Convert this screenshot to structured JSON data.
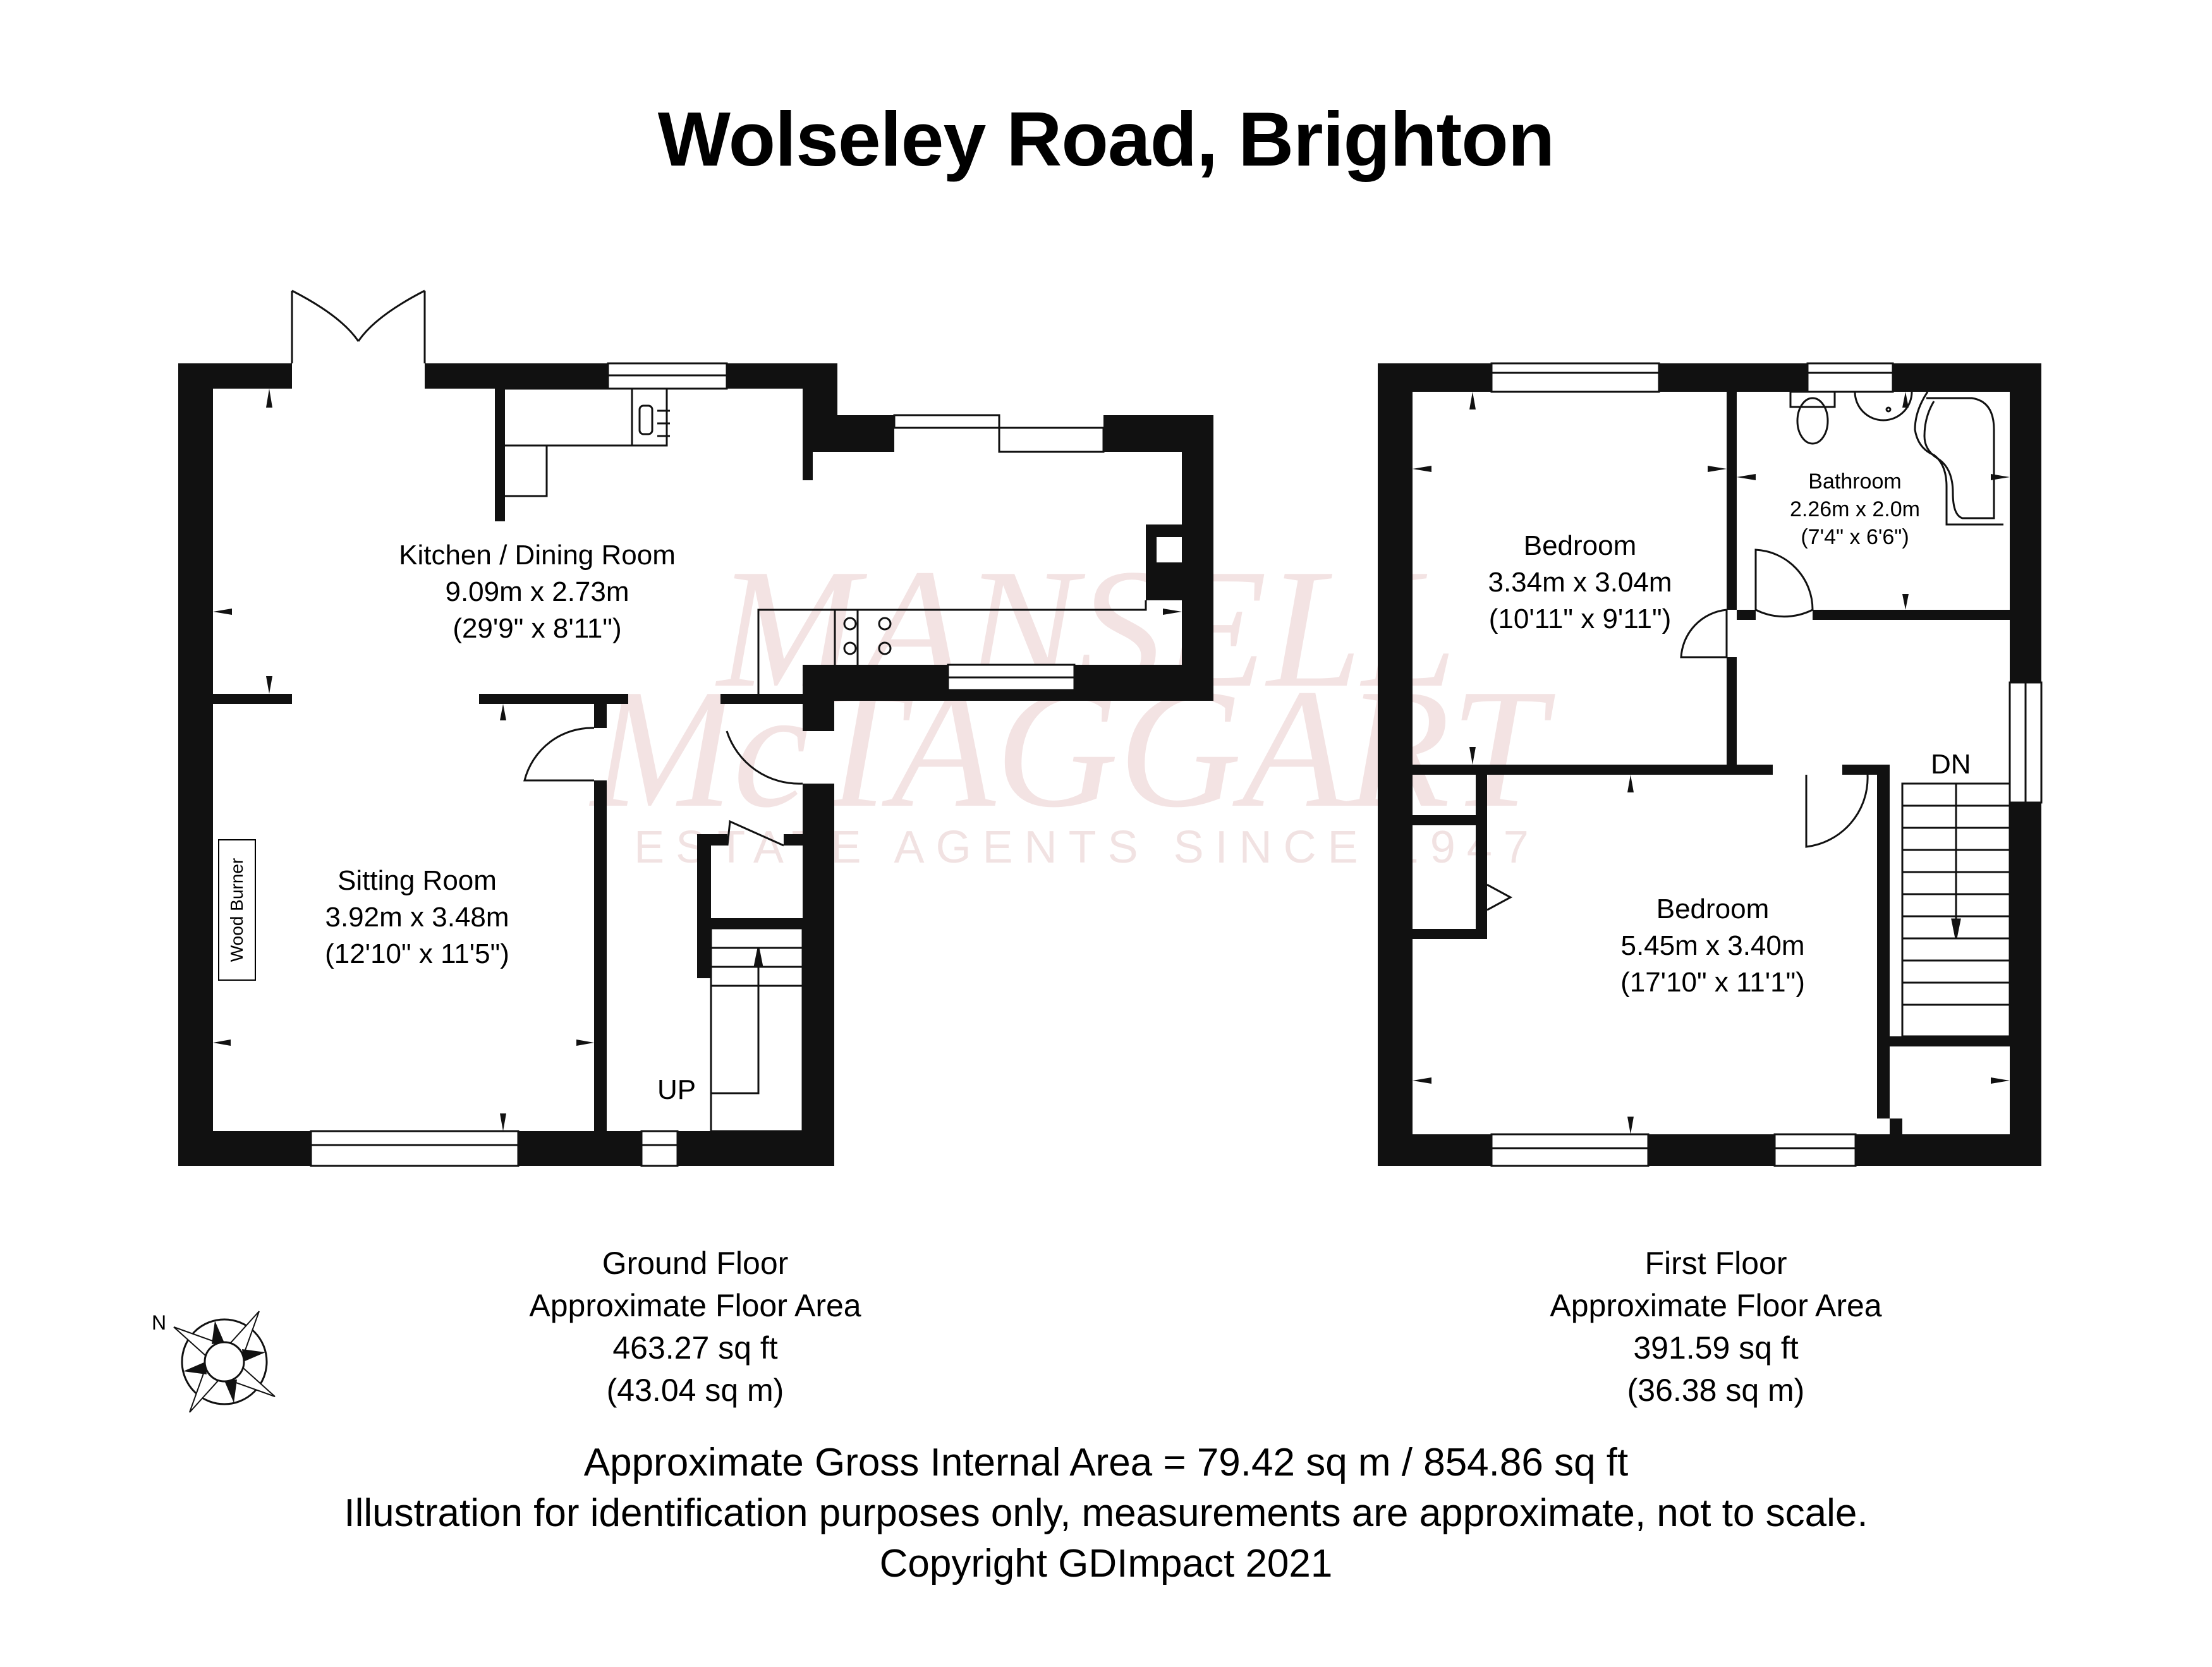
{
  "title": "Wolseley Road, Brighton",
  "watermark": {
    "line1": "MANSELL",
    "line2": "McTAGGART",
    "tagline": "ESTATE AGENTS SINCE 1947",
    "color": "#f3e3e3"
  },
  "ground_floor": {
    "rooms": [
      {
        "name": "Kitchen / Dining Room",
        "metric": "9.09m x 2.73m",
        "imperial": "(29'9\" x 8'11\")"
      },
      {
        "name": "Sitting Room",
        "metric": "3.92m x 3.48m",
        "imperial": "(12'10\" x 11'5\")"
      }
    ],
    "features": {
      "wood_burner": "Wood Burner",
      "stairs": "UP"
    },
    "summary": {
      "floor": "Ground Floor",
      "caption": "Approximate Floor Area",
      "sq_ft": "463.27 sq ft",
      "sq_m": "(43.04 sq m)"
    }
  },
  "first_floor": {
    "rooms": [
      {
        "name": "Bedroom",
        "metric": "3.34m x 3.04m",
        "imperial": "(10'11\" x 9'11\")"
      },
      {
        "name": "Bathroom",
        "metric": "2.26m x 2.0m",
        "imperial": "(7'4\" x 6'6\")"
      },
      {
        "name": "Bedroom",
        "metric": "5.45m x 3.40m",
        "imperial": "(17'10\" x 11'1\")"
      }
    ],
    "features": {
      "stairs": "DN"
    },
    "summary": {
      "floor": "First Floor",
      "caption": "Approximate Floor Area",
      "sq_ft": "391.59 sq ft",
      "sq_m": "(36.38 sq m)"
    }
  },
  "compass": {
    "north_label": "N"
  },
  "footer": {
    "gross_area": "Approximate Gross Internal Area = 79.42 sq m / 854.86 sq ft",
    "disclaimer": "Illustration for identification purposes only, measurements are approximate, not to scale.",
    "copyright": "Copyright GDImpact 2021"
  }
}
